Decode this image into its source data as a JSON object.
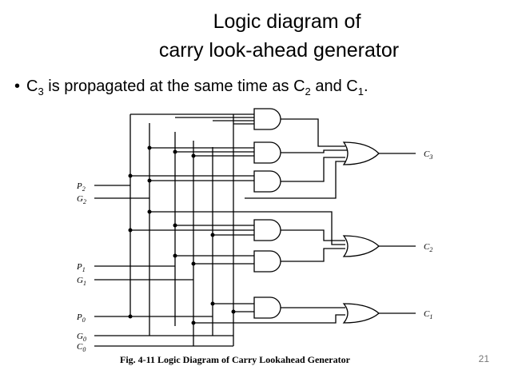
{
  "slide": {
    "title_line1": "Logic diagram of",
    "title_line2": "carry look-ahead generator",
    "bullet": {
      "c3_base": "C",
      "c3_sub": "3",
      "text1": " is propagated at the same time as C",
      "c2_sub": "2",
      "text2": " and C",
      "c1_sub": "1",
      "text3": "."
    },
    "page_number": "21"
  },
  "diagram": {
    "inputs": [
      {
        "base": "P",
        "sub": "2"
      },
      {
        "base": "G",
        "sub": "2"
      },
      {
        "base": "P",
        "sub": "1"
      },
      {
        "base": "G",
        "sub": "1"
      },
      {
        "base": "P",
        "sub": "0"
      },
      {
        "base": "G",
        "sub": "0"
      },
      {
        "base": "C",
        "sub": "0"
      }
    ],
    "outputs": [
      {
        "base": "C",
        "sub": "3"
      },
      {
        "base": "C",
        "sub": "2"
      },
      {
        "base": "C",
        "sub": "1"
      }
    ],
    "caption": "Fig. 4-11  Logic Diagram of Carry Lookahead Generator"
  }
}
